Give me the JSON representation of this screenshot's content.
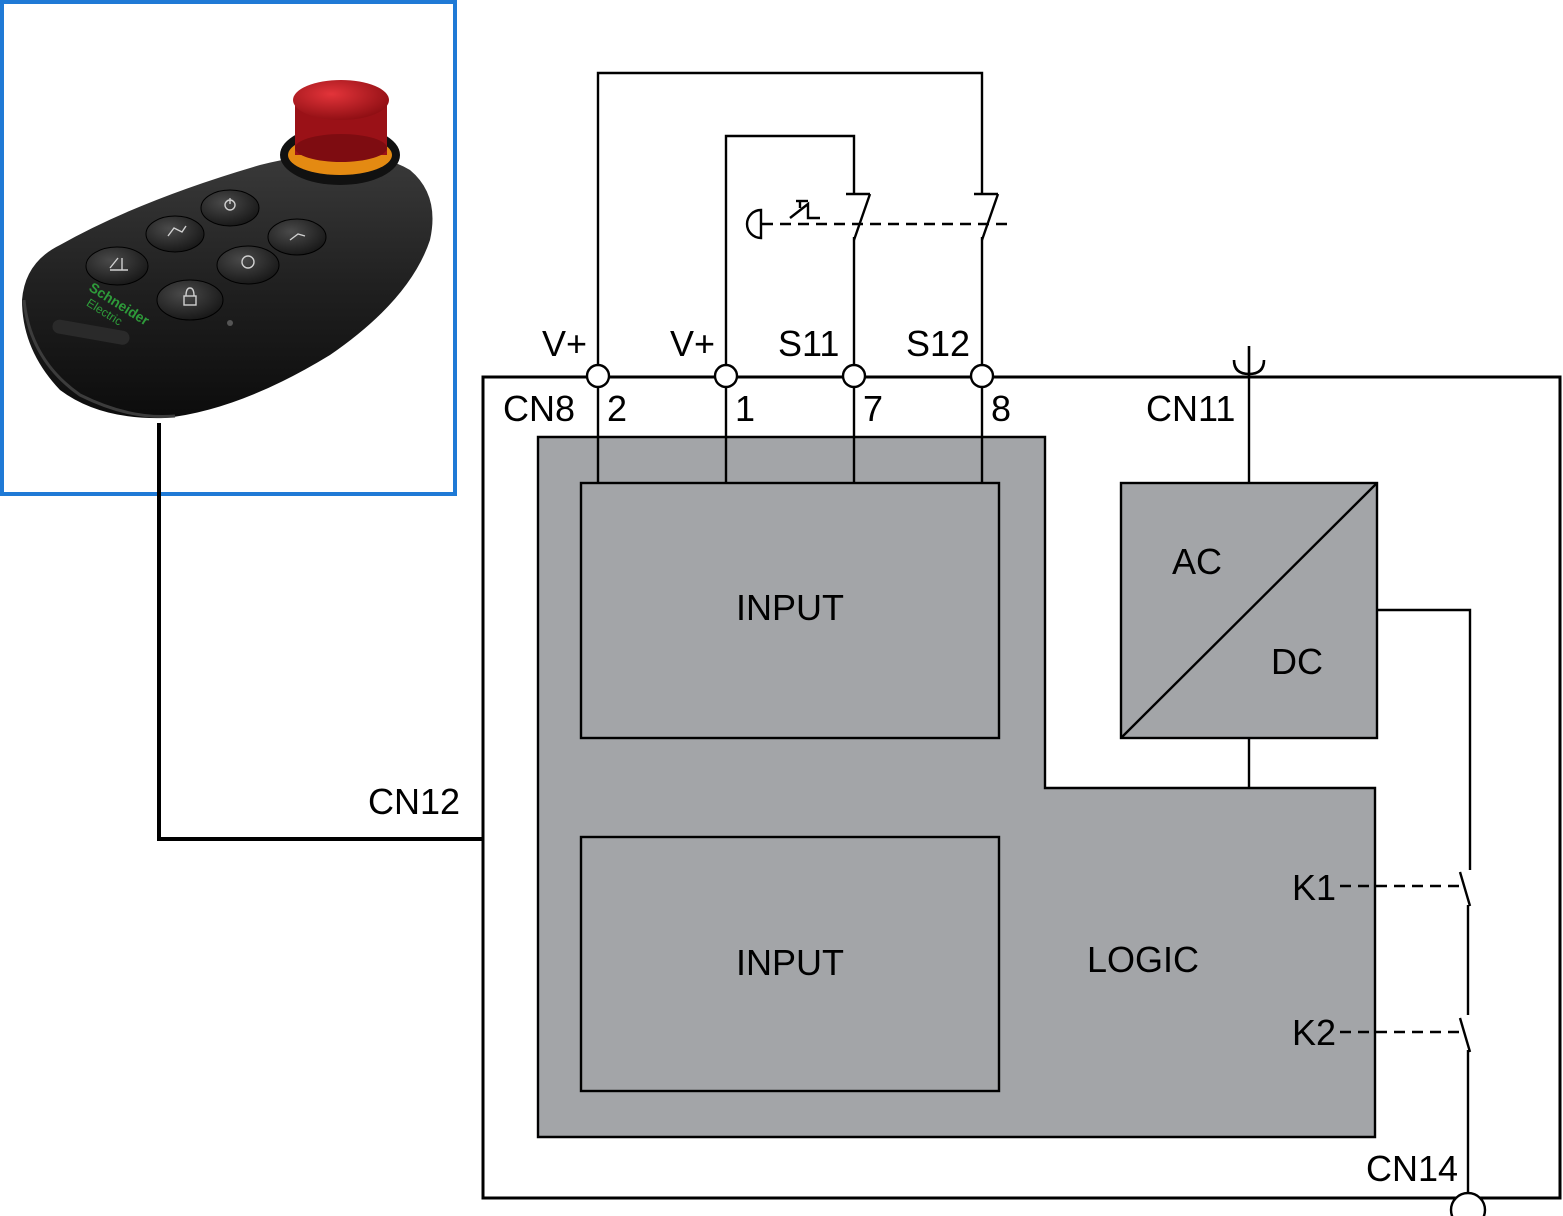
{
  "pendant": {
    "brand_line1": "Schneider",
    "brand_line2": "Electric",
    "colors": {
      "frame": "#1f7ad6",
      "body": "#1a1a1a",
      "estop": "#c0141c",
      "ring": "#e48a12",
      "brand": "#2e9b3a"
    }
  },
  "terminals": {
    "cn8": "CN8",
    "cn11": "CN11",
    "cn12": "CN12",
    "cn14": "CN14",
    "v_plus_1": "V+",
    "v_plus_2": "V+",
    "s11": "S11",
    "s12": "S12",
    "pin_2": "2",
    "pin_1": "1",
    "pin_7": "7",
    "pin_8": "8"
  },
  "blocks": {
    "input_top": "INPUT",
    "input_bottom": "INPUT",
    "ac": "AC",
    "dc": "DC",
    "logic": "LOGIC",
    "k1": "K1",
    "k2": "K2"
  },
  "colors": {
    "block_fill": "#a3a5a8",
    "line": "#000000"
  }
}
